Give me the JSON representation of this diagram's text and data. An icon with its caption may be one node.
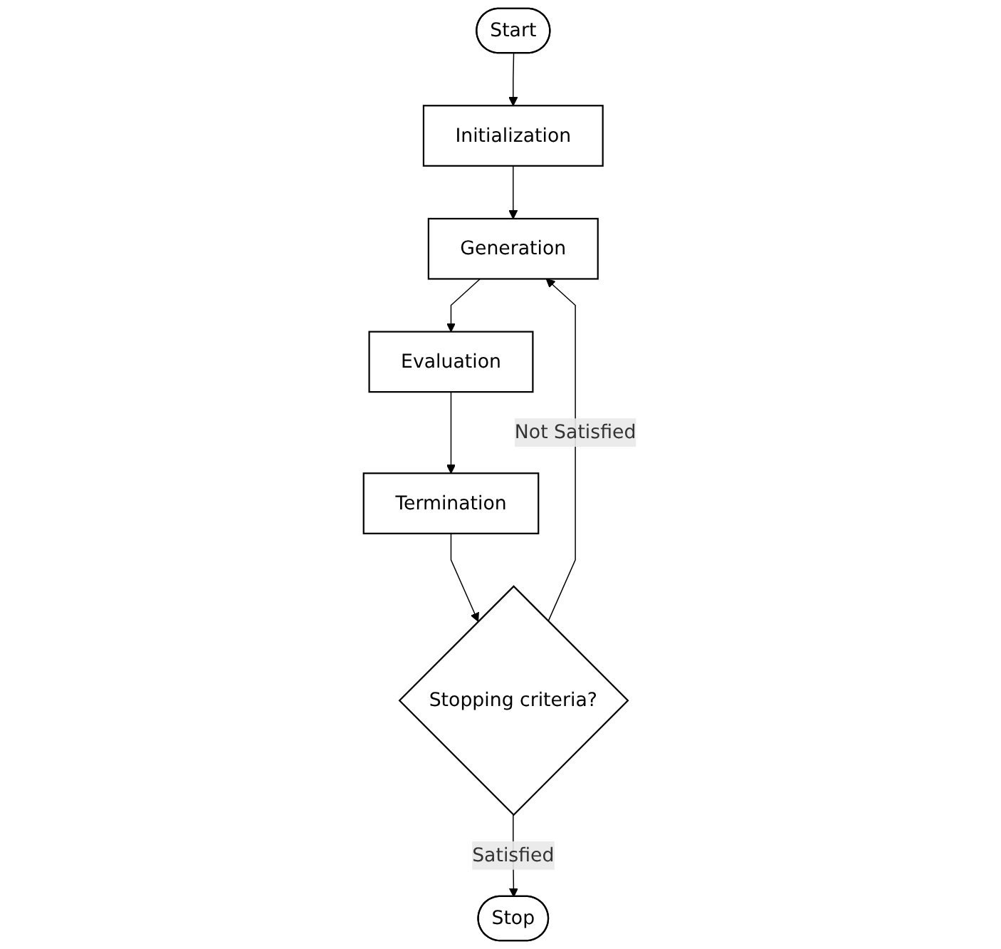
{
  "diagram": {
    "nodes": [
      {
        "text": [
          "Start"
        ]
      },
      {
        "text": [
          "Initialization"
        ]
      },
      {
        "text": [
          "Generation"
        ]
      },
      {
        "text": [
          "Evaluation"
        ]
      },
      {
        "text": [
          "Termination"
        ]
      },
      {
        "text": [
          "Stopping criteria?"
        ]
      },
      {
        "text": [
          "Stop"
        ]
      }
    ],
    "edges": [
      {
        "from": 0,
        "to": 1,
        "arrow": "to"
      },
      {
        "from": 1,
        "to": 2,
        "arrow": "to"
      },
      {
        "from": 2,
        "to": 3,
        "arrow": "to"
      },
      {
        "from": 3,
        "to": 4,
        "arrow": "to"
      },
      {
        "from": 4,
        "to": 5,
        "arrow": "to"
      },
      {
        "from": 5,
        "to": 6,
        "arrow": "to",
        "label": "Satisfied"
      },
      {
        "from": 5,
        "to": 2,
        "arrow": "to",
        "label": "Not Satisfied"
      }
    ]
  }
}
